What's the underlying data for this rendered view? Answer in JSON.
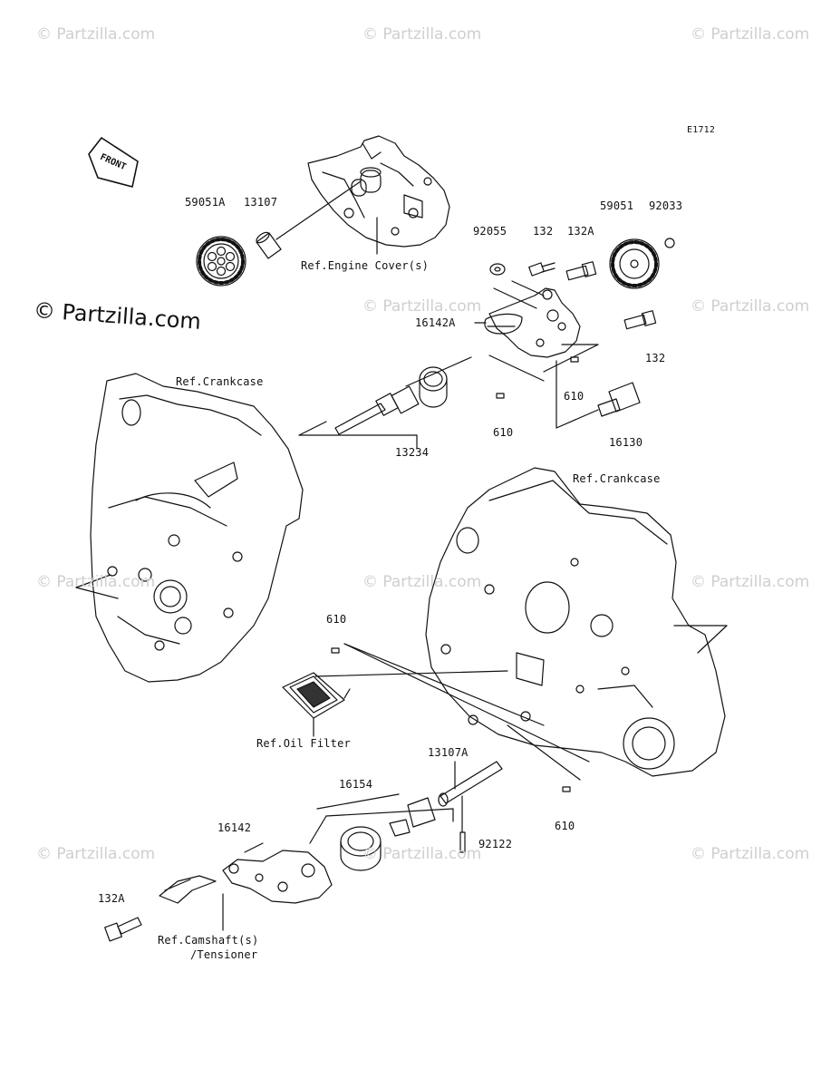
{
  "diagram_id": "E1712",
  "copyright": "© Partzilla.com",
  "watermark": "© Partzilla.com",
  "front_label": "FRONT",
  "part_labels": {
    "p59051A": "59051A",
    "p13107": "13107",
    "ref_engine_cover": "Ref.Engine Cover(s)",
    "p92055": "92055",
    "p132_top": "132",
    "p132A_top": "132A",
    "p59051": "59051",
    "p92033": "92033",
    "p16142A": "16142A",
    "p132_right": "132",
    "ref_crankcase_left": "Ref.Crankcase",
    "p610_a": "610",
    "p610_b": "610",
    "p13234": "13234",
    "p16130": "16130",
    "ref_crankcase_right": "Ref.Crankcase",
    "p610_c": "610",
    "ref_oil_filter": "Ref.Oil Filter",
    "p13107A": "13107A",
    "p16154": "16154",
    "p16142": "16142",
    "p610_d": "610",
    "p92122": "92122",
    "p132A_bottom": "132A",
    "ref_camshaft_1": "Ref.Camshaft(s)",
    "ref_camshaft_2": "/Tensioner"
  }
}
